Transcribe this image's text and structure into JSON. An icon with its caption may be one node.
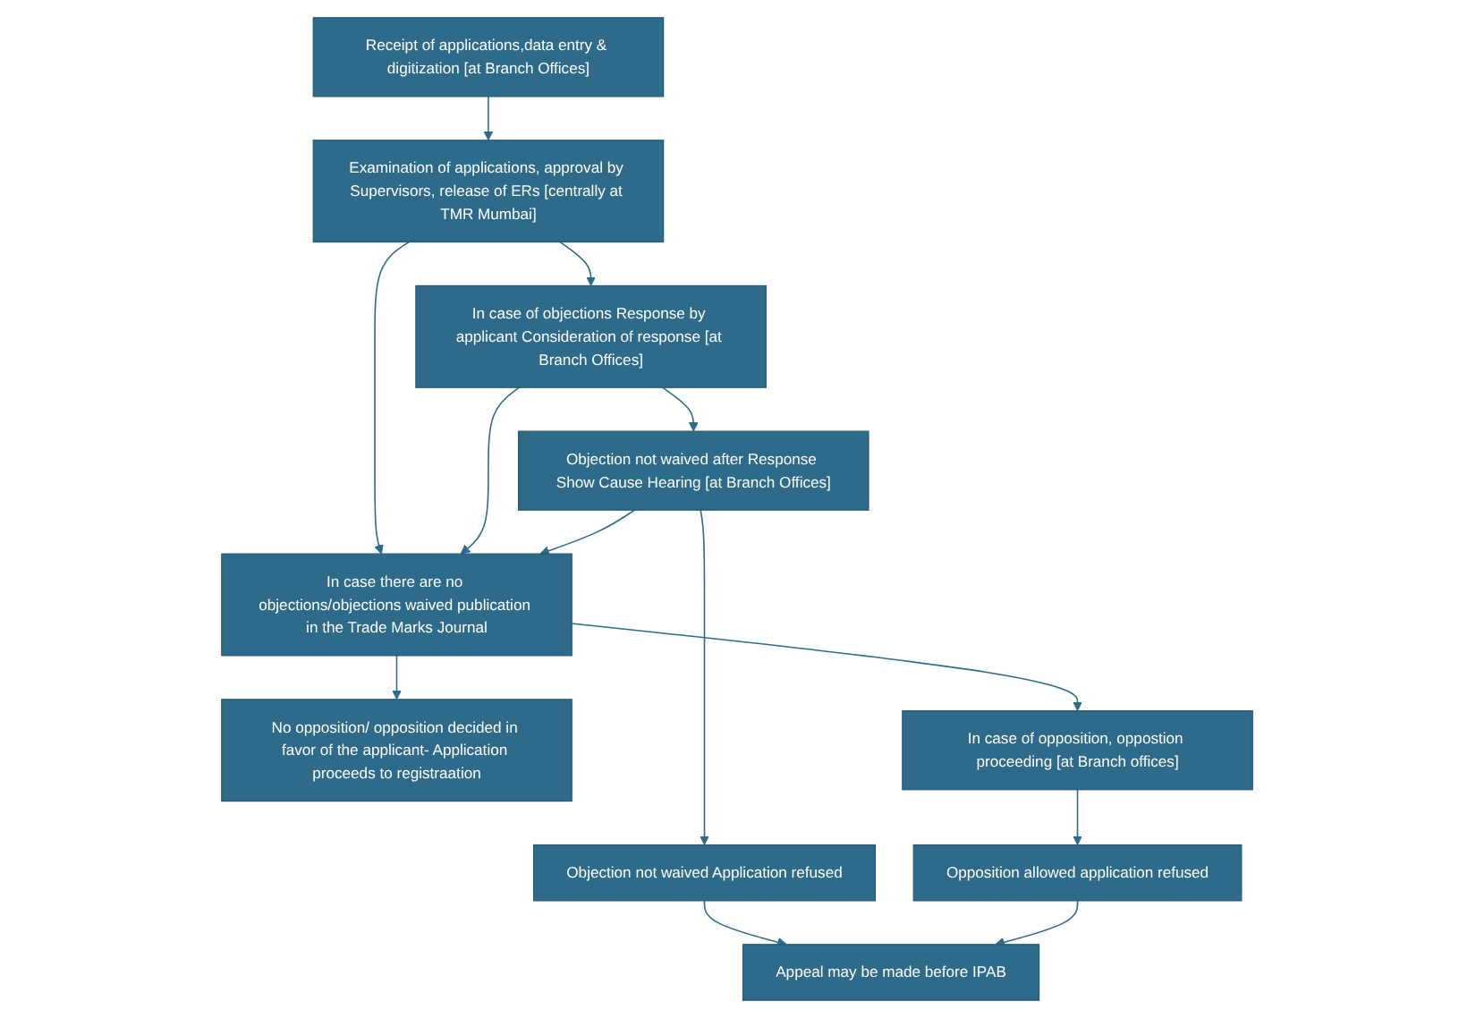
{
  "diagram": {
    "nodes": [
      {
        "text": [
          "Receipt of applications,data entry & digitization [at Branch Offices]"
        ]
      },
      {
        "text": [
          "Objection not waived after Response Show Cause Hearing [at Branch Offices]"
        ]
      },
      {
        "text": [
          "Examination of applications, approval by Supervisors, release of ERs [centrally at TMR Mumbai]"
        ]
      },
      {
        "text": [
          "In case of objections Response by applicant Consideration of response [at Branch Offices]"
        ]
      },
      {
        "text": [
          "In case there are no objections/objections waived publication in the Trade Marks Journal"
        ]
      },
      {
        "text": [
          "No opposition/ opposition decided in favor of the applicant- Application proceeds to registraation"
        ]
      },
      {
        "text": [
          "In case of opposition, oppostion proceeding [at Branch offices]"
        ]
      },
      {
        "text": [
          "Objection not waived Application refused"
        ]
      },
      {
        "text": [
          "Opposition allowed application refused"
        ]
      },
      {
        "text": [
          "Appeal may be made before IPAB"
        ]
      }
    ],
    "edges": [
      {
        "from": 0,
        "to": 2,
        "arrow": "to"
      },
      {
        "from": 2,
        "to": 3,
        "arrow": "to"
      },
      {
        "from": 3,
        "to": 1,
        "arrow": "to"
      },
      {
        "from": 2,
        "to": 4,
        "arrow": "to"
      },
      {
        "from": 3,
        "to": 4,
        "arrow": "to"
      },
      {
        "from": 1,
        "to": 4,
        "arrow": "to"
      },
      {
        "from": 1,
        "to": 7,
        "arrow": "to"
      },
      {
        "from": 4,
        "to": 5,
        "arrow": "to"
      },
      {
        "from": 4,
        "to": 6,
        "arrow": "to"
      },
      {
        "from": 6,
        "to": 8,
        "arrow": "to"
      },
      {
        "from": 7,
        "to": 9,
        "arrow": "to"
      },
      {
        "from": 8,
        "to": 9,
        "arrow": "to"
      }
    ]
  }
}
